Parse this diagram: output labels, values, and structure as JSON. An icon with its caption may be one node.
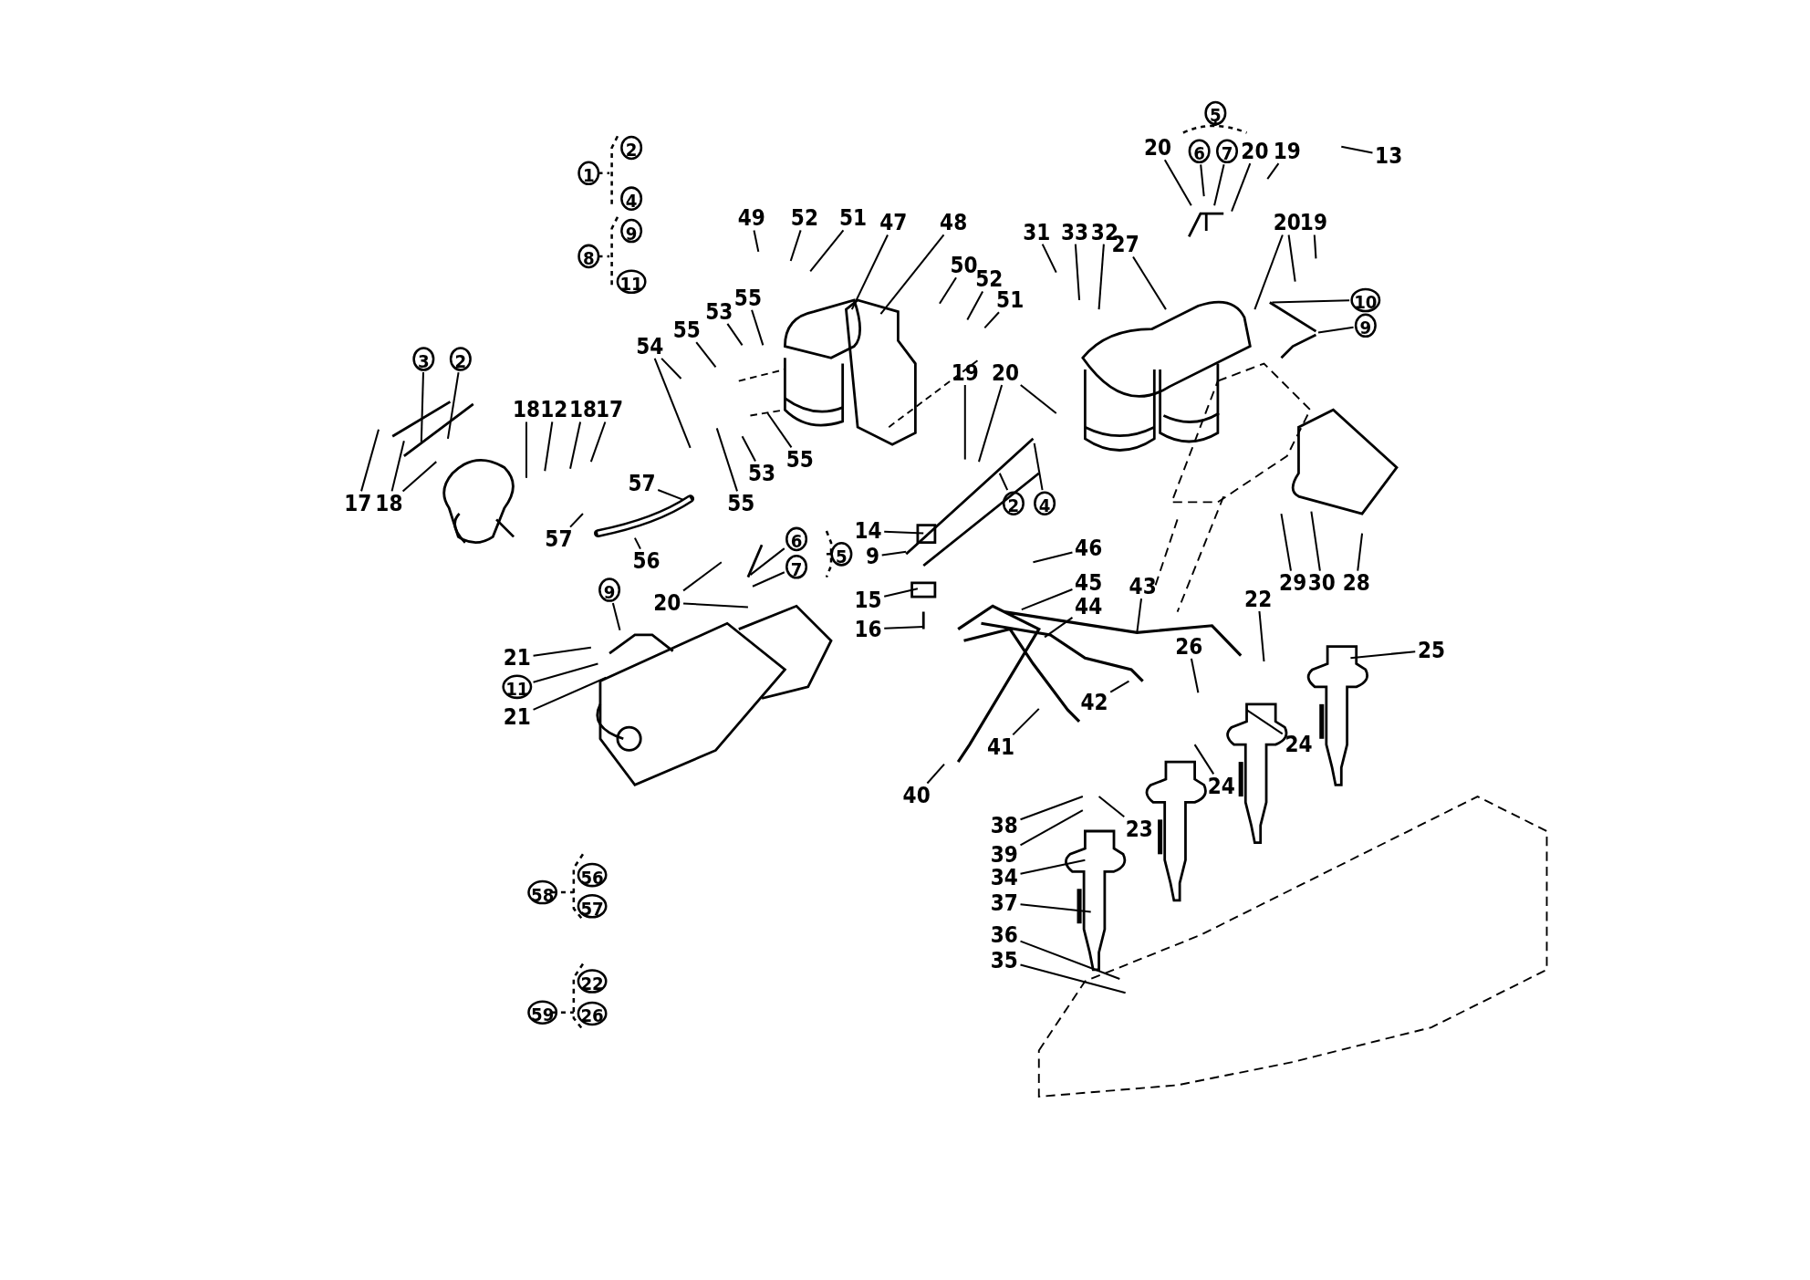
{
  "diagram": {
    "nodes": [
      {
        "text": [
          "3"
        ]
      },
      {
        "text": [
          "2"
        ]
      },
      {
        "text": [
          "17"
        ]
      },
      {
        "text": [
          "18"
        ]
      },
      {
        "text": [
          "18"
        ]
      },
      {
        "text": [
          "12"
        ]
      },
      {
        "text": [
          "18"
        ]
      },
      {
        "text": [
          "17"
        ]
      },
      {
        "text": [
          "49"
        ]
      },
      {
        "text": [
          "52"
        ]
      },
      {
        "text": [
          "51"
        ]
      },
      {
        "text": [
          "47"
        ]
      },
      {
        "text": [
          "48"
        ]
      },
      {
        "text": [
          "54"
        ]
      },
      {
        "text": [
          "55"
        ]
      },
      {
        "text": [
          "53"
        ]
      },
      {
        "text": [
          "55"
        ]
      },
      {
        "text": [
          "50"
        ]
      },
      {
        "text": [
          "52"
        ]
      },
      {
        "text": [
          "51"
        ]
      },
      {
        "text": [
          "57"
        ]
      },
      {
        "text": [
          "55"
        ]
      },
      {
        "text": [
          "53"
        ]
      },
      {
        "text": [
          "55"
        ]
      },
      {
        "text": [
          "57"
        ]
      },
      {
        "text": [
          "56"
        ]
      },
      {
        "text": [
          "19"
        ]
      },
      {
        "text": [
          "20"
        ]
      },
      {
        "text": [
          "2"
        ]
      },
      {
        "text": [
          "4"
        ]
      },
      {
        "text": [
          "14"
        ]
      },
      {
        "text": [
          "9"
        ]
      },
      {
        "text": [
          "15"
        ]
      },
      {
        "text": [
          "16"
        ]
      },
      {
        "text": [
          "6"
        ]
      },
      {
        "text": [
          "7"
        ]
      },
      {
        "text": [
          "20"
        ]
      },
      {
        "text": [
          "9"
        ]
      },
      {
        "text": [
          "21"
        ]
      },
      {
        "text": [
          "11"
        ]
      },
      {
        "text": [
          "21"
        ]
      },
      {
        "text": [
          "20"
        ]
      },
      {
        "text": [
          "6"
        ]
      },
      {
        "text": [
          "7"
        ]
      },
      {
        "text": [
          "20"
        ]
      },
      {
        "text": [
          "19"
        ]
      },
      {
        "text": [
          "13"
        ]
      },
      {
        "text": [
          "31"
        ]
      },
      {
        "text": [
          "33"
        ]
      },
      {
        "text": [
          "32"
        ]
      },
      {
        "text": [
          "27"
        ]
      },
      {
        "text": [
          "20"
        ]
      },
      {
        "text": [
          "19"
        ]
      },
      {
        "text": [
          "10"
        ]
      },
      {
        "text": [
          "9"
        ]
      },
      {
        "text": [
          "46"
        ]
      },
      {
        "text": [
          "45"
        ]
      },
      {
        "text": [
          "43"
        ]
      },
      {
        "text": [
          "29"
        ]
      },
      {
        "text": [
          "30"
        ]
      },
      {
        "text": [
          "28"
        ]
      },
      {
        "text": [
          "44"
        ]
      },
      {
        "text": [
          "22"
        ]
      },
      {
        "text": [
          "25"
        ]
      },
      {
        "text": [
          "26"
        ]
      },
      {
        "text": [
          "42"
        ]
      },
      {
        "text": [
          "41"
        ]
      },
      {
        "text": [
          "24"
        ]
      },
      {
        "text": [
          "40"
        ]
      },
      {
        "text": [
          "24"
        ]
      },
      {
        "text": [
          "38"
        ]
      },
      {
        "text": [
          "23"
        ]
      },
      {
        "text": [
          "39"
        ]
      },
      {
        "text": [
          "34"
        ]
      },
      {
        "text": [
          "37"
        ]
      },
      {
        "text": [
          "36"
        ]
      },
      {
        "text": [
          "35"
        ]
      },
      {
        "text": [
          "5"
        ]
      },
      {
        "text": [
          "2"
        ]
      },
      {
        "text": [
          "1"
        ]
      },
      {
        "text": [
          "4"
        ]
      },
      {
        "text": [
          "9"
        ]
      },
      {
        "text": [
          "8"
        ]
      },
      {
        "text": [
          "11"
        ]
      },
      {
        "text": [
          "5"
        ]
      },
      {
        "text": [
          "56"
        ]
      },
      {
        "text": [
          "58"
        ]
      },
      {
        "text": [
          "57"
        ]
      },
      {
        "text": [
          "22"
        ]
      },
      {
        "text": [
          "59"
        ]
      },
      {
        "text": [
          "26"
        ]
      }
    ],
    "edges": [
      {
        "from": 0,
        "to": null,
        "arrow": "none"
      },
      {
        "from": 1,
        "to": null,
        "arrow": "none"
      },
      {
        "from": 2,
        "to": null,
        "arrow": "none"
      },
      {
        "from": 3,
        "to": null,
        "arrow": "none"
      },
      {
        "from": 3,
        "to": null,
        "arrow": "none"
      },
      {
        "from": 4,
        "to": null,
        "arrow": "none"
      },
      {
        "from": 5,
        "to": null,
        "arrow": "none"
      },
      {
        "from": 6,
        "to": null,
        "arrow": "none"
      },
      {
        "from": 7,
        "to": null,
        "arrow": "none"
      },
      {
        "from": 8,
        "to": null,
        "arrow": "none"
      },
      {
        "from": 9,
        "to": null,
        "arrow": "none"
      },
      {
        "from": 10,
        "to": null,
        "arrow": "none"
      },
      {
        "from": 11,
        "to": null,
        "arrow": "none"
      },
      {
        "from": 12,
        "to": null,
        "arrow": "none"
      },
      {
        "from": 13,
        "to": null,
        "arrow": "none"
      },
      {
        "from": 13,
        "to": null,
        "arrow": "none"
      },
      {
        "from": 14,
        "to": null,
        "arrow": "none"
      },
      {
        "from": 15,
        "to": null,
        "arrow": "none"
      },
      {
        "from": 16,
        "to": null,
        "arrow": "none"
      },
      {
        "from": 17,
        "to": null,
        "arrow": "none"
      },
      {
        "from": 18,
        "to": null,
        "arrow": "none"
      },
      {
        "from": 19,
        "to": null,
        "arrow": "none"
      },
      {
        "from": 20,
        "to": null,
        "arrow": "none"
      },
      {
        "from": 21,
        "to": null,
        "arrow": "none"
      },
      {
        "from": 22,
        "to": null,
        "arrow": "none"
      },
      {
        "from": 23,
        "to": null,
        "arrow": "none"
      },
      {
        "from": 24,
        "to": null,
        "arrow": "none"
      },
      {
        "from": 25,
        "to": null,
        "arrow": "none"
      },
      {
        "from": 26,
        "to": null,
        "arrow": "none"
      },
      {
        "from": 27,
        "to": null,
        "arrow": "none"
      },
      {
        "from": 27,
        "to": null,
        "arrow": "none"
      },
      {
        "from": 28,
        "to": null,
        "arrow": "none"
      },
      {
        "from": 29,
        "to": null,
        "arrow": "none"
      },
      {
        "from": 30,
        "to": null,
        "arrow": "none"
      },
      {
        "from": 31,
        "to": null,
        "arrow": "none"
      },
      {
        "from": 32,
        "to": null,
        "arrow": "none"
      },
      {
        "from": 33,
        "to": null,
        "arrow": "none"
      },
      {
        "from": 34,
        "to": null,
        "arrow": "none"
      },
      {
        "from": 35,
        "to": null,
        "arrow": "none"
      },
      {
        "from": 36,
        "to": null,
        "arrow": "none"
      },
      {
        "from": 36,
        "to": null,
        "arrow": "none"
      },
      {
        "from": 37,
        "to": null,
        "arrow": "none"
      },
      {
        "from": 38,
        "to": null,
        "arrow": "none"
      },
      {
        "from": 39,
        "to": null,
        "arrow": "none"
      },
      {
        "from": 40,
        "to": null,
        "arrow": "none"
      },
      {
        "from": 41,
        "to": null,
        "arrow": "none"
      },
      {
        "from": 42,
        "to": null,
        "arrow": "none"
      },
      {
        "from": 43,
        "to": null,
        "arrow": "none"
      },
      {
        "from": 44,
        "to": null,
        "arrow": "none"
      },
      {
        "from": 45,
        "to": null,
        "arrow": "none"
      },
      {
        "from": 46,
        "to": null,
        "arrow": "none"
      },
      {
        "from": 47,
        "to": null,
        "arrow": "none"
      },
      {
        "from": 48,
        "to": null,
        "arrow": "none"
      },
      {
        "from": 49,
        "to": null,
        "arrow": "none"
      },
      {
        "from": 50,
        "to": null,
        "arrow": "none"
      },
      {
        "from": 51,
        "to": null,
        "arrow": "none"
      },
      {
        "from": 51,
        "to": null,
        "arrow": "none"
      },
      {
        "from": 52,
        "to": null,
        "arrow": "none"
      },
      {
        "from": 53,
        "to": null,
        "arrow": "none"
      },
      {
        "from": 54,
        "to": null,
        "arrow": "none"
      },
      {
        "from": 55,
        "to": null,
        "arrow": "none"
      },
      {
        "from": 56,
        "to": null,
        "arrow": "none"
      },
      {
        "from": 57,
        "to": null,
        "arrow": "none"
      },
      {
        "from": 58,
        "to": null,
        "arrow": "none"
      },
      {
        "from": 59,
        "to": null,
        "arrow": "none"
      },
      {
        "from": 60,
        "to": null,
        "arrow": "none"
      },
      {
        "from": 61,
        "to": null,
        "arrow": "none"
      },
      {
        "from": 62,
        "to": null,
        "arrow": "none"
      },
      {
        "from": 63,
        "to": null,
        "arrow": "none"
      },
      {
        "from": 64,
        "to": null,
        "arrow": "none"
      },
      {
        "from": 65,
        "to": null,
        "arrow": "none"
      },
      {
        "from": 66,
        "to": null,
        "arrow": "none"
      },
      {
        "from": 67,
        "to": null,
        "arrow": "none"
      },
      {
        "from": 68,
        "to": null,
        "arrow": "none"
      },
      {
        "from": 69,
        "to": null,
        "arrow": "none"
      },
      {
        "from": 70,
        "to": null,
        "arrow": "none"
      },
      {
        "from": 71,
        "to": null,
        "arrow": "none"
      },
      {
        "from": 72,
        "to": null,
        "arrow": "none"
      },
      {
        "from": 73,
        "to": null,
        "arrow": "none"
      },
      {
        "from": 74,
        "to": null,
        "arrow": "none"
      },
      {
        "from": 75,
        "to": null,
        "arrow": "none"
      },
      {
        "from": 76,
        "to": null,
        "arrow": "none"
      }
    ]
  }
}
